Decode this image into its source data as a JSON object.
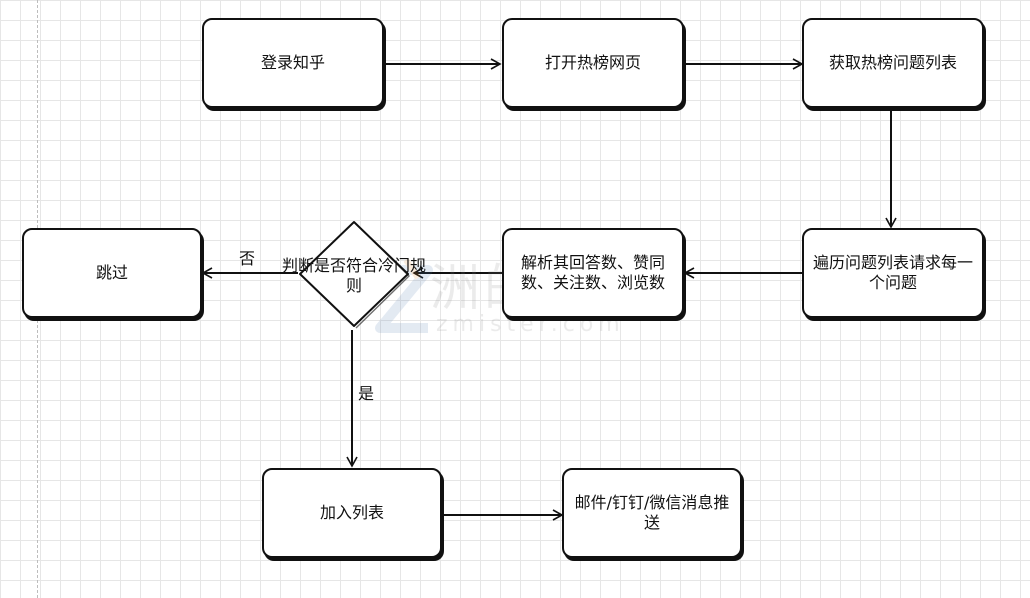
{
  "nodes": {
    "login": "登录知乎",
    "open_hot": "打开热榜网页",
    "get_list": "获取热榜问题列表",
    "iterate": "遍历问题列表请求每一个问题",
    "parse": "解析其回答数、赞同数、关注数、浏览数",
    "decision": "判断是否符合冷门规则",
    "skip": "跳过",
    "add_list": "加入列表",
    "push": "邮件/钉钉/微信消息推送"
  },
  "edge_labels": {
    "no": "否",
    "yes": "是"
  },
  "watermark": {
    "title": "洲的先生",
    "url": "zmister.com"
  }
}
